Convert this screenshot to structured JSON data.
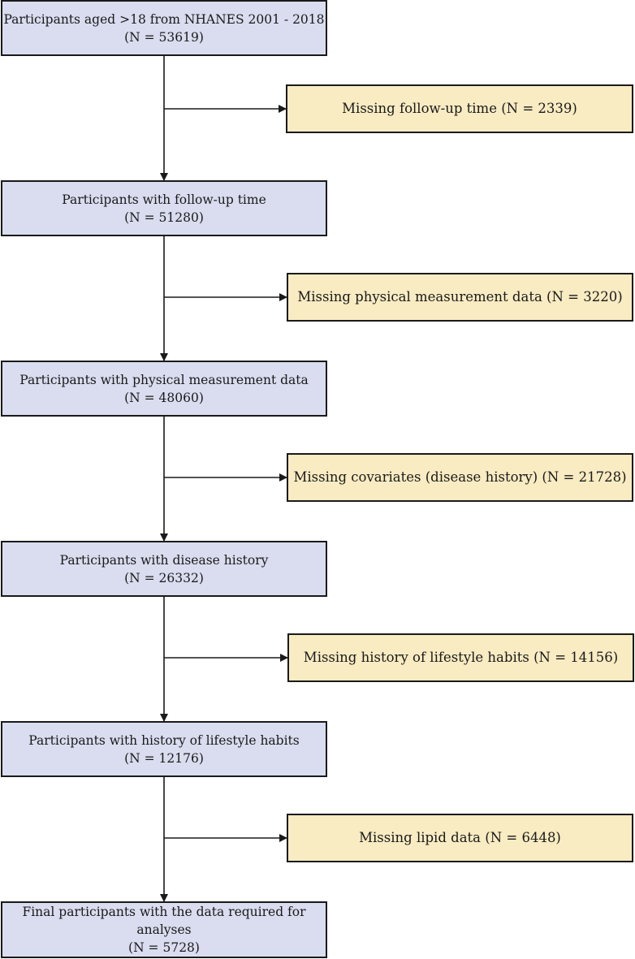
{
  "steps": [
    {
      "line1": "Participants aged >18  from NHANES 2001 - 2018",
      "line2": "(N = 53619)"
    },
    {
      "line1": "Participants with follow-up time",
      "line2": "(N = 51280)"
    },
    {
      "line1": "Participants with physical measurement data",
      "line2": "(N = 48060)"
    },
    {
      "line1": "Participants with disease history",
      "line2": "(N = 26332)"
    },
    {
      "line1": "Participants with history of lifestyle habits",
      "line2": "(N = 12176)"
    },
    {
      "line1": "Final participants with the data required for analyses",
      "line2": "(N = 5728)"
    }
  ],
  "exclusions": [
    {
      "label": "Missing follow-up time (N = 2339)"
    },
    {
      "label": "Missing physical measurement data (N = 3220)"
    },
    {
      "label": "Missing covariates (disease history) (N = 21728)"
    },
    {
      "label": "Missing history of lifestyle habits (N = 14156)"
    },
    {
      "label": "Missing  lipid data (N = 6448)"
    }
  ],
  "colors": {
    "step_fill": "#d9ddef",
    "exclusion_fill": "#f9ebc2",
    "line": "#1a1a1a"
  }
}
